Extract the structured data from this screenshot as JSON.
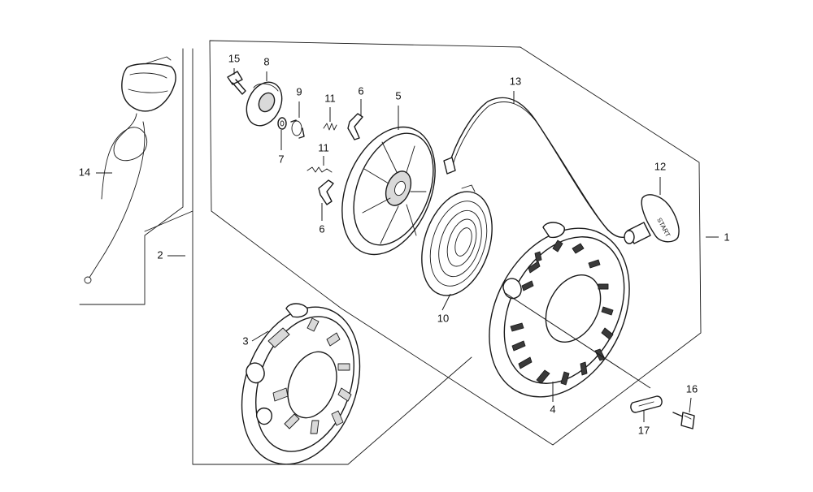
{
  "callouts": {
    "p1": "1",
    "p2": "2",
    "p3": "3",
    "p4": "4",
    "p5": "5",
    "p6a": "6",
    "p6b": "6",
    "p7": "7",
    "p8": "8",
    "p9": "9",
    "p10": "10",
    "p11a": "11",
    "p11b": "11",
    "p12": "12",
    "p13": "13",
    "p14": "14",
    "p15": "15",
    "p16": "16",
    "p17": "17"
  },
  "handle_text": "START"
}
